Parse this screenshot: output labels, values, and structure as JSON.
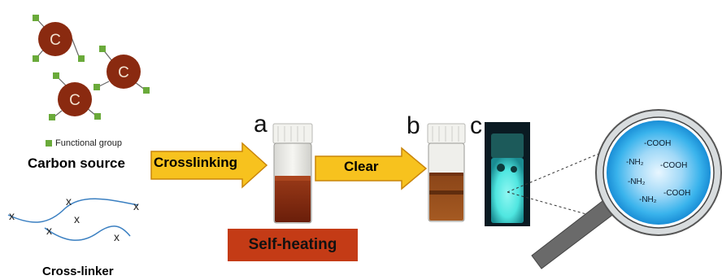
{
  "labels": {
    "functional_group": "Functional group",
    "carbon_source": "Carbon source",
    "cross_linker": "Cross-linker",
    "crosslinking": "Crosslinking",
    "clear": "Clear",
    "self_heating": "Self-heating",
    "step_a": "a",
    "step_b": "b",
    "step_c": "c"
  },
  "carbon": {
    "symbol": "C"
  },
  "linker": {
    "mark": "x"
  },
  "magnifier": {
    "groups": [
      "-COOH",
      "-NH₂",
      "-COOH",
      "-NH₂",
      "-NH₂",
      "-COOH"
    ]
  },
  "colors": {
    "carbon_ball": "#8a2a10",
    "functional_group": "#6aaa3a",
    "arrow_fill": "#f7c21e",
    "arrow_stroke": "#c9850a",
    "self_heating_box": "#c43b16",
    "linker_line": "#3a7fc1",
    "fluorescence": "#4fe6e0",
    "magnifier_glow": "#39b3ec"
  }
}
